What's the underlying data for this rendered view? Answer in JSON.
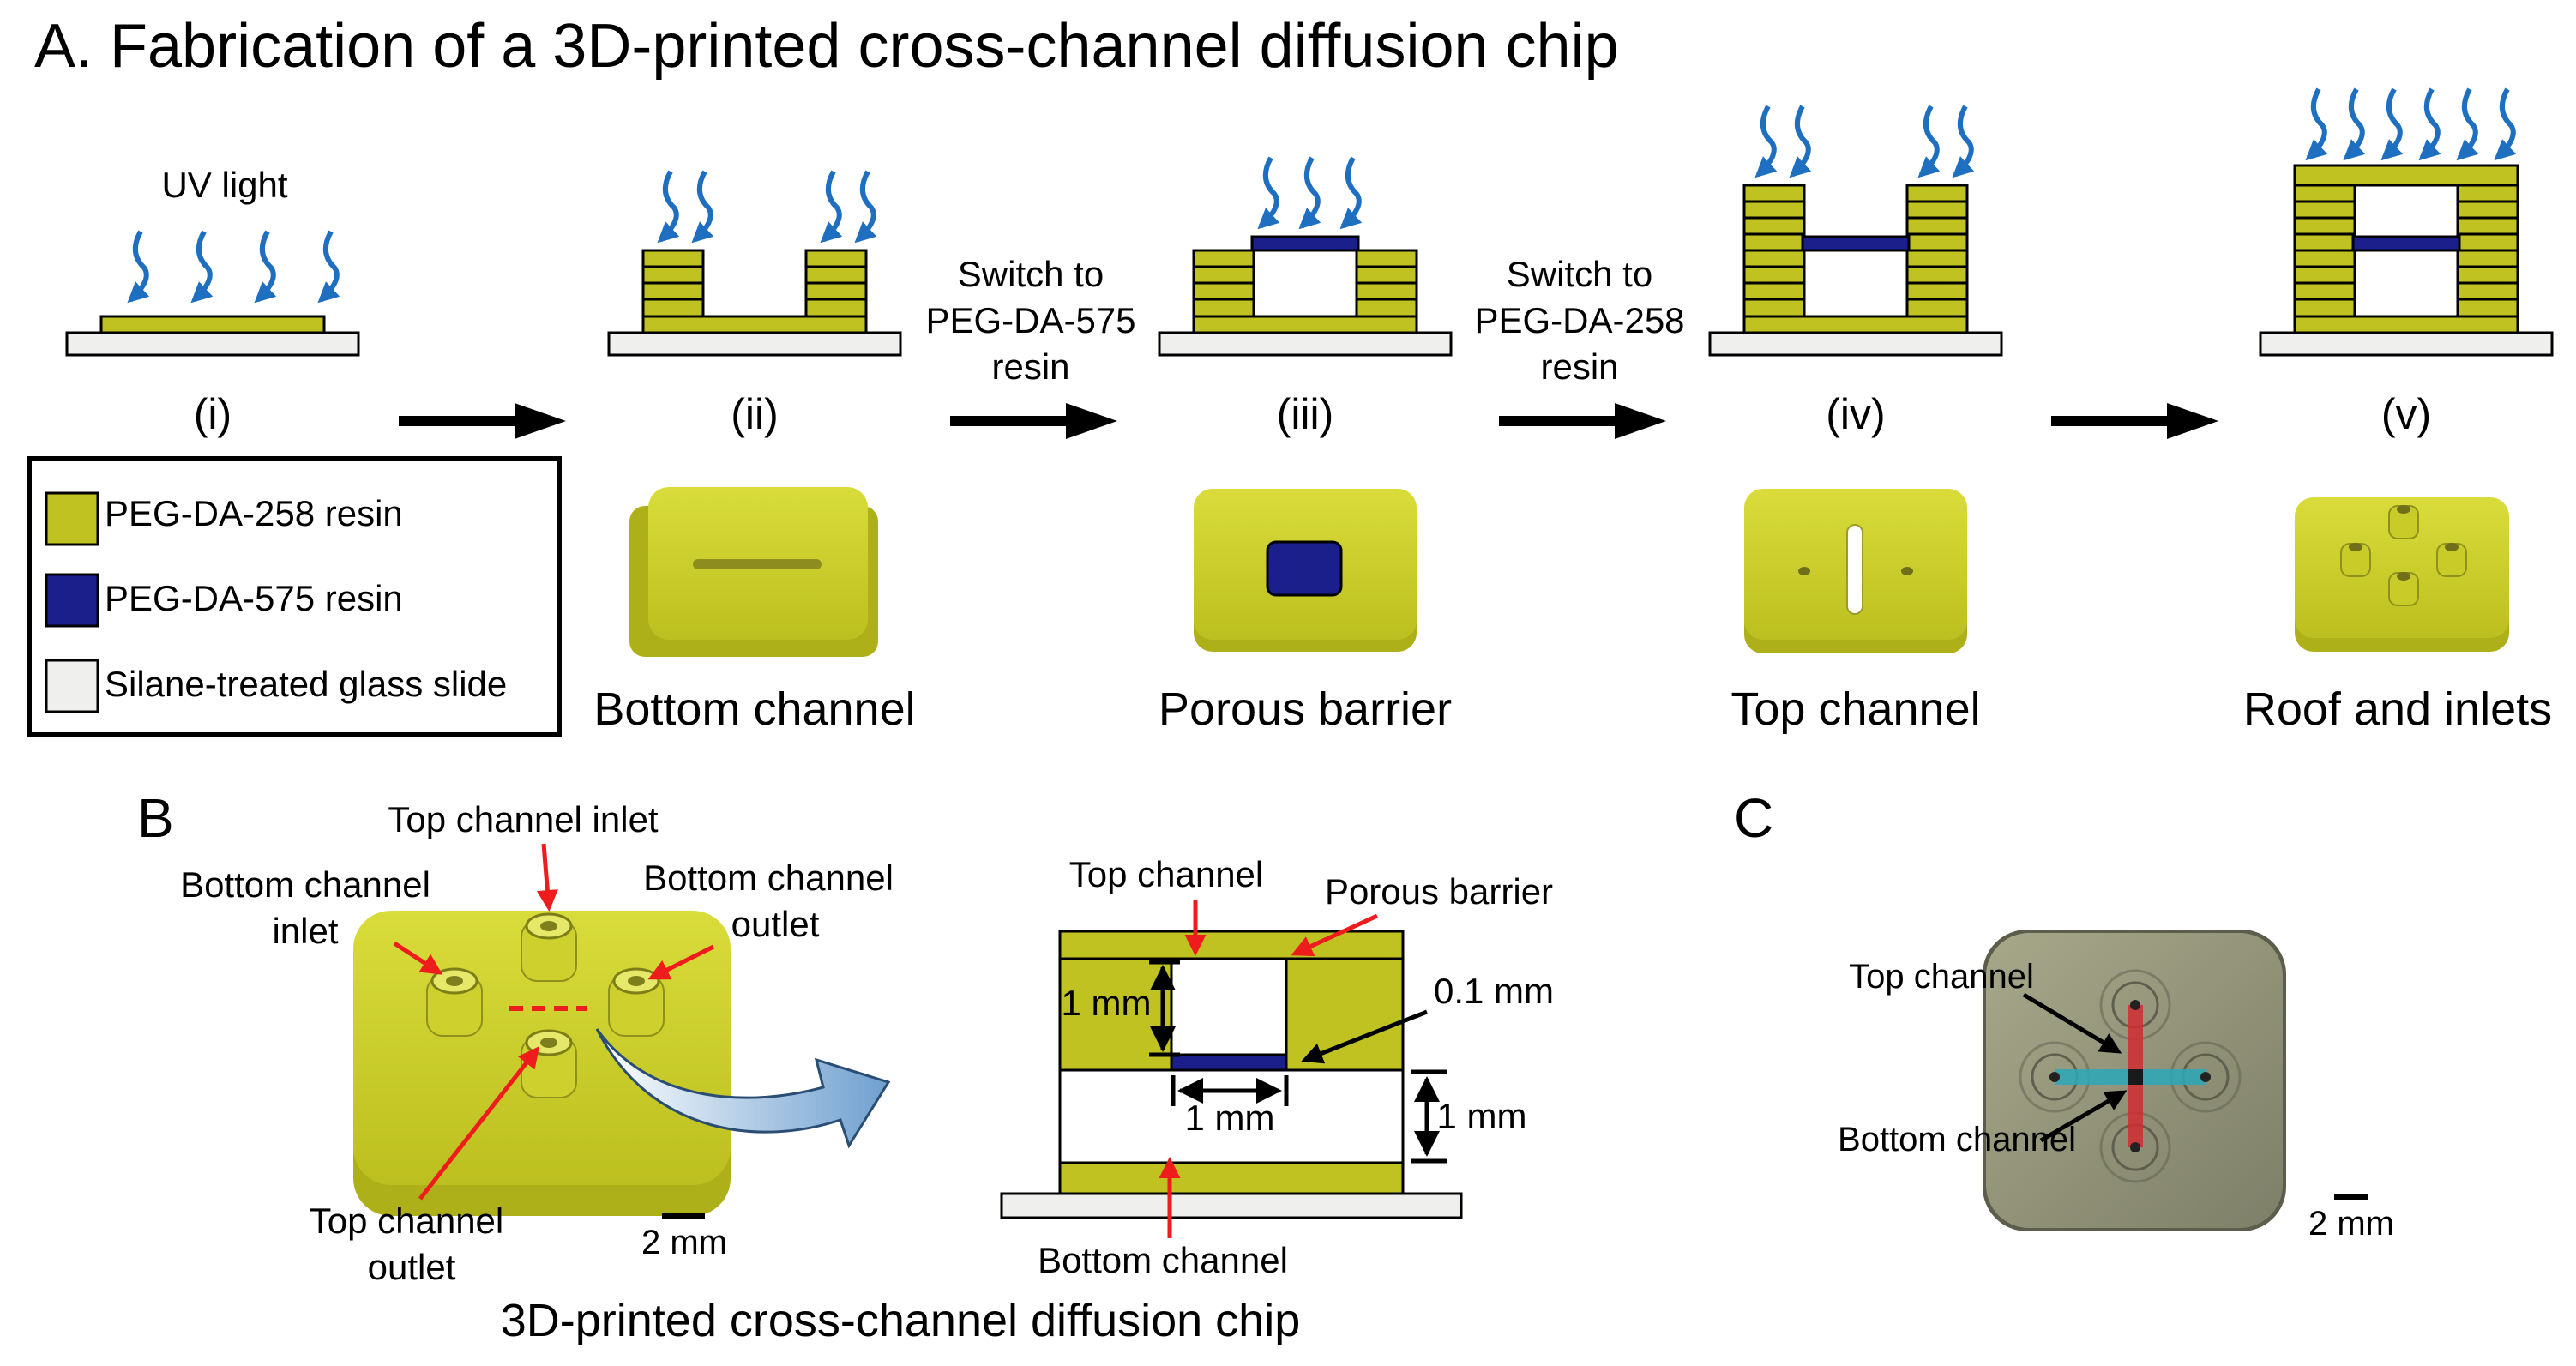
{
  "title": "A. Fabrication of a 3D-printed cross-channel diffusion chip",
  "uv_label": "UV light",
  "steps": [
    "(i)",
    "(ii)",
    "(iii)",
    "(iv)",
    "(v)"
  ],
  "switch_labels": [
    [
      "Switch to",
      "PEG-DA-575",
      "resin"
    ],
    [
      "Switch to",
      "PEG-DA-258",
      "resin"
    ]
  ],
  "legend": [
    {
      "label": "PEG-DA-258 resin",
      "color": "#bfc220"
    },
    {
      "label": "PEG-DA-575 resin",
      "color": "#1a1f8c"
    },
    {
      "label": "Silane-treated glass slide",
      "color": "#efefee"
    }
  ],
  "renders": [
    "Bottom channel",
    "Porous barrier",
    "Top channel",
    "Roof and inlets"
  ],
  "panel_b": {
    "letter": "B",
    "labels": {
      "top_inlet": "Top channel inlet",
      "bottom_inlet": [
        "Bottom channel",
        "inlet"
      ],
      "bottom_outlet": [
        "Bottom channel",
        "outlet"
      ],
      "top_outlet": [
        "Top channel",
        "outlet"
      ]
    },
    "scale": "2 mm",
    "caption": "3D-printed cross-channel diffusion chip",
    "section": {
      "top_channel": "Top channel",
      "porous_barrier": "Porous barrier",
      "thickness": "0.1 mm",
      "dim_left": "1 mm",
      "dim_width": "1 mm",
      "dim_right": "1 mm",
      "bottom_channel": "Bottom channel"
    }
  },
  "panel_c": {
    "letter": "C",
    "top_channel": "Top channel",
    "bottom_channel": "Bottom channel",
    "scale": "2 mm"
  },
  "colors": {
    "resin258": "#bfc220",
    "resin575": "#1a1f8c",
    "glass": "#efefee",
    "uv": "#1f6fc1",
    "arrow_red": "#ee1c1c"
  }
}
